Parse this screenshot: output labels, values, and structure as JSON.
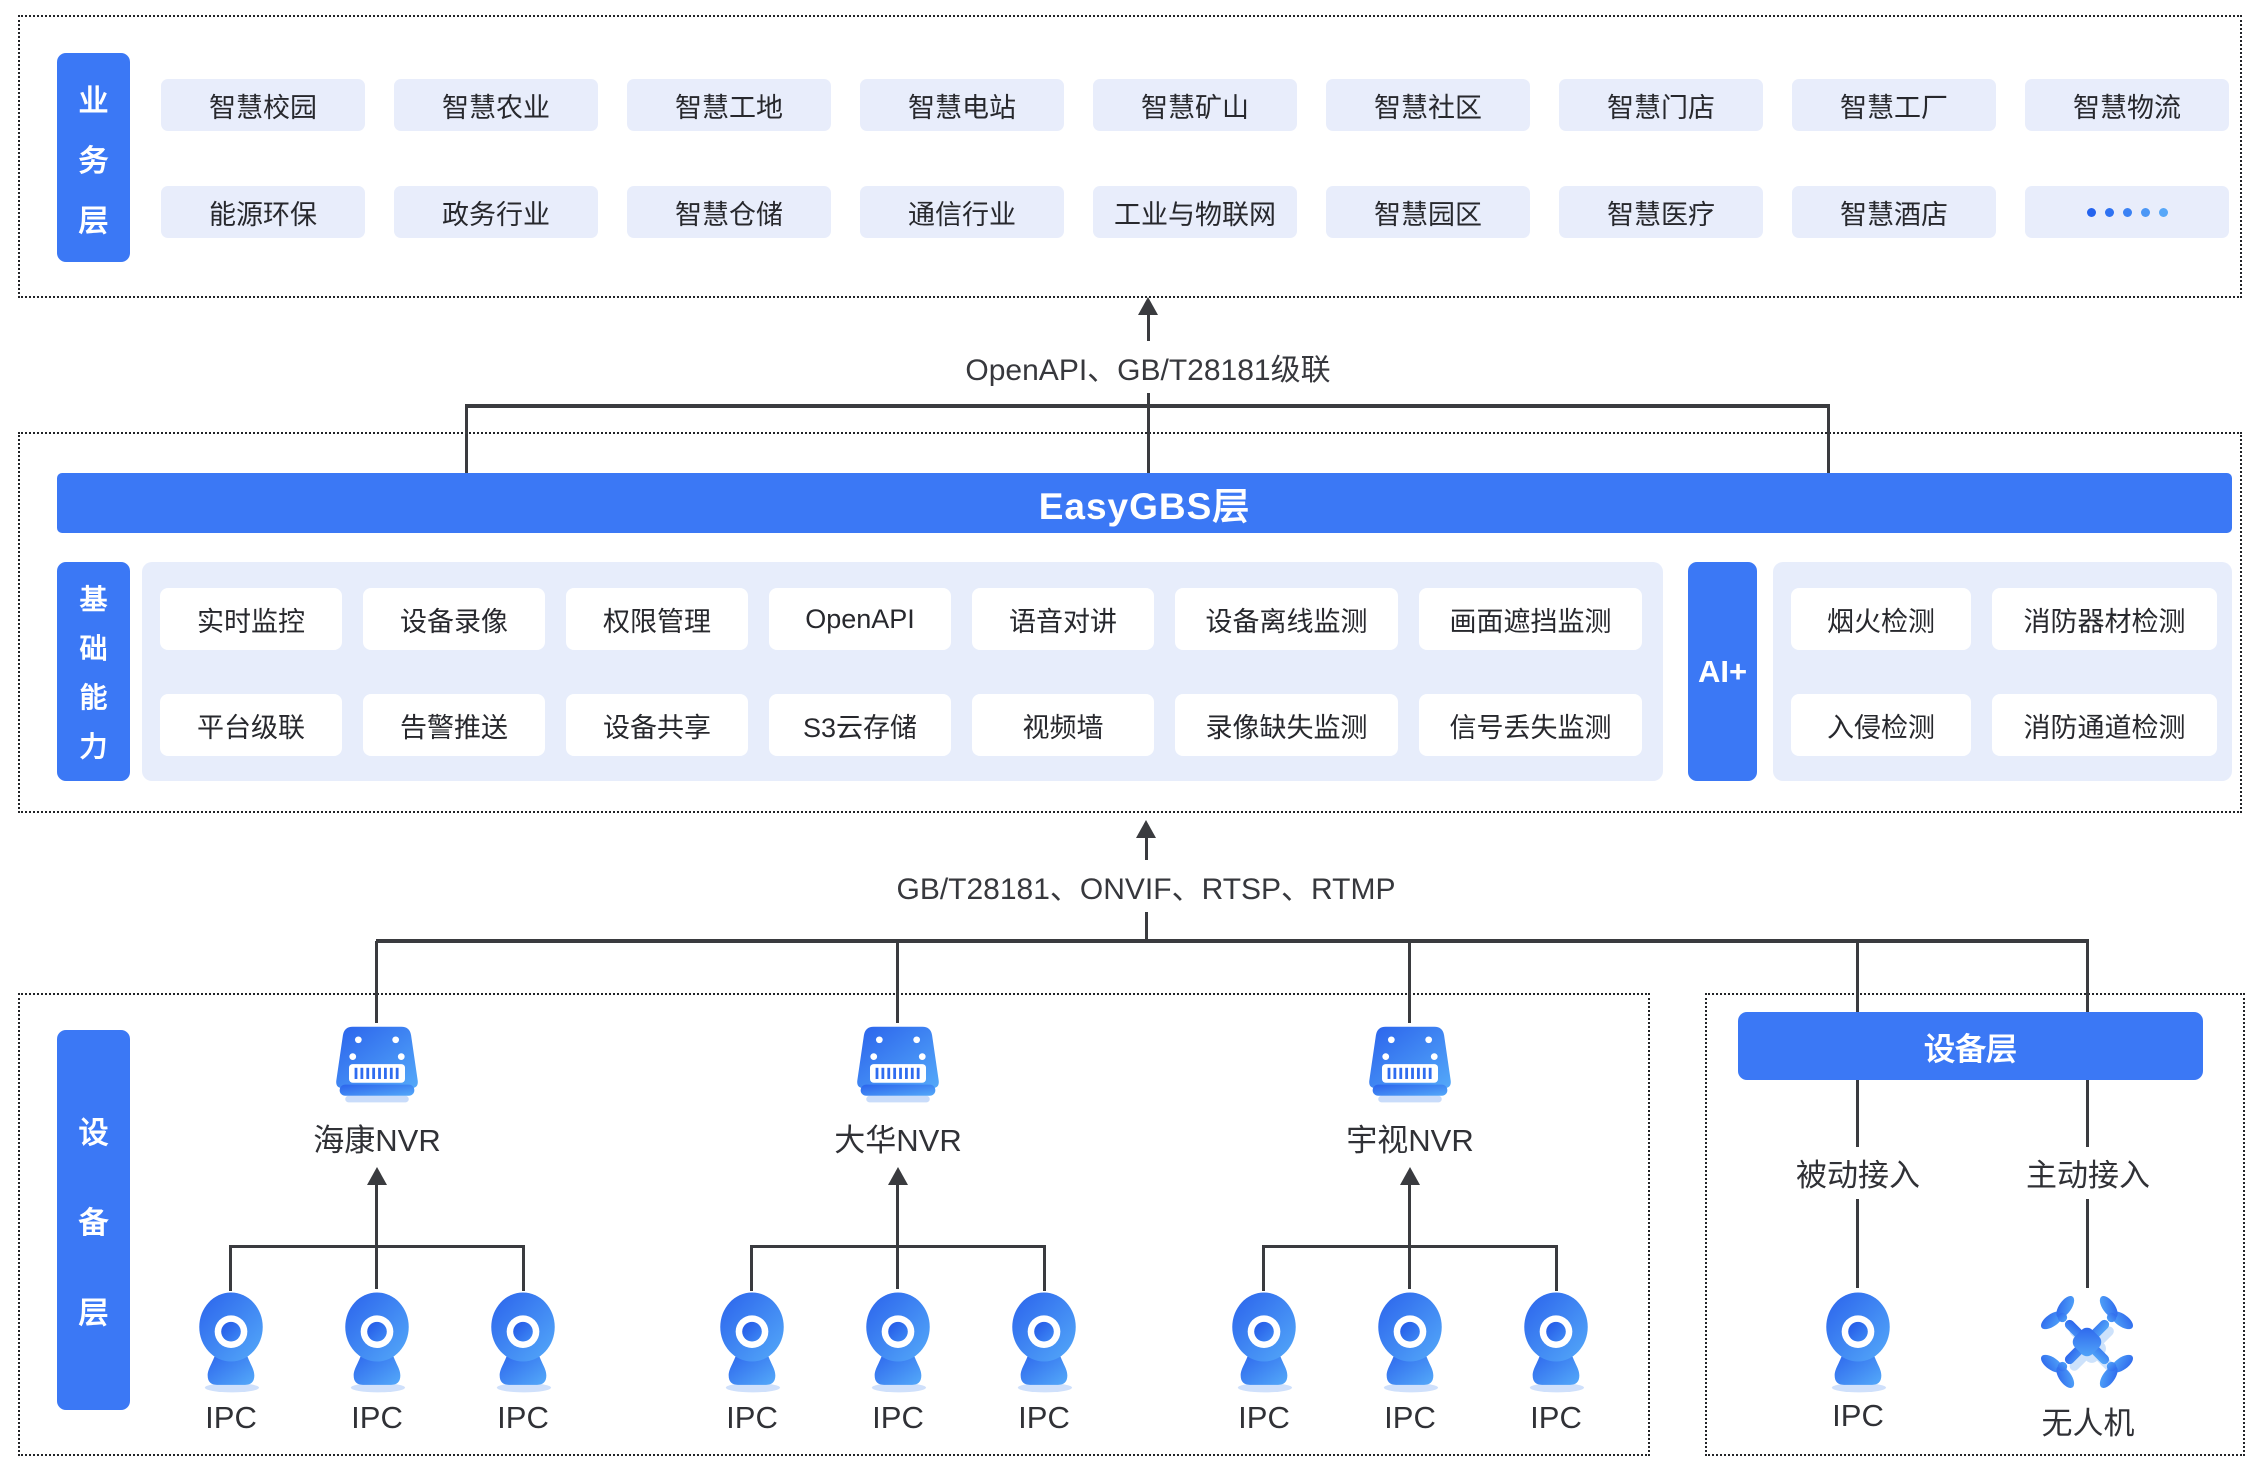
{
  "colors": {
    "accent": "#3b78f5",
    "panel_bg": "#e7edfb",
    "chip_bg": "#e8edfb",
    "line": "#3a3b3f",
    "text": "#27282d"
  },
  "connectors": {
    "top_label": "OpenAPI、GB/T28181级联",
    "bottom_label": "GB/T28181、ONVIF、RTSP、RTMP"
  },
  "layers": {
    "business": {
      "label": "业务层",
      "rows": [
        [
          {
            "label": "智慧校园"
          },
          {
            "label": "智慧农业"
          },
          {
            "label": "智慧工地"
          },
          {
            "label": "智慧电站"
          },
          {
            "label": "智慧矿山"
          },
          {
            "label": "智慧社区"
          },
          {
            "label": "智慧门店"
          },
          {
            "label": "智慧工厂"
          },
          {
            "label": "智慧物流"
          }
        ],
        [
          {
            "label": "能源环保"
          },
          {
            "label": "政务行业"
          },
          {
            "label": "智慧仓储"
          },
          {
            "label": "通信行业"
          },
          {
            "label": "工业与物联网"
          },
          {
            "label": "智慧园区"
          },
          {
            "label": "智慧医疗"
          },
          {
            "label": "智慧酒店"
          },
          {
            "label": "·····",
            "dots": true
          }
        ]
      ]
    },
    "easygbs": {
      "title": "EasyGBS层",
      "capability_label": "基础能力",
      "capability_rows": [
        [
          {
            "label": "实时监控"
          },
          {
            "label": "设备录像"
          },
          {
            "label": "权限管理"
          },
          {
            "label": "OpenAPI"
          },
          {
            "label": "语音对讲"
          },
          {
            "label": "设备离线监测",
            "wide": true
          },
          {
            "label": "画面遮挡监测",
            "wide": true
          }
        ],
        [
          {
            "label": "平台级联"
          },
          {
            "label": "告警推送"
          },
          {
            "label": "设备共享"
          },
          {
            "label": "S3云存储"
          },
          {
            "label": "视频墙"
          },
          {
            "label": "录像缺失监测",
            "wide": true
          },
          {
            "label": "信号丢失监测",
            "wide": true
          }
        ]
      ],
      "ai_label": "AI+",
      "ai_rows": [
        [
          {
            "label": "烟火检测"
          },
          {
            "label": "消防器材检测",
            "wide": true
          }
        ],
        [
          {
            "label": "入侵检测"
          },
          {
            "label": "消防通道检测",
            "wide": true
          }
        ]
      ]
    },
    "device": {
      "label": "设备层",
      "nvr_groups": [
        {
          "name": "海康NVR",
          "ipcs": [
            "IPC",
            "IPC",
            "IPC"
          ]
        },
        {
          "name": "大华NVR",
          "ipcs": [
            "IPC",
            "IPC",
            "IPC"
          ]
        },
        {
          "name": "宇视NVR",
          "ipcs": [
            "IPC",
            "IPC",
            "IPC"
          ]
        }
      ],
      "right_panel": {
        "header": "设备层",
        "branches": [
          {
            "mode": "被动接入",
            "device": "IPC",
            "icon": "ipc"
          },
          {
            "mode": "主动接入",
            "device": "无人机",
            "icon": "drone"
          }
        ]
      }
    }
  }
}
